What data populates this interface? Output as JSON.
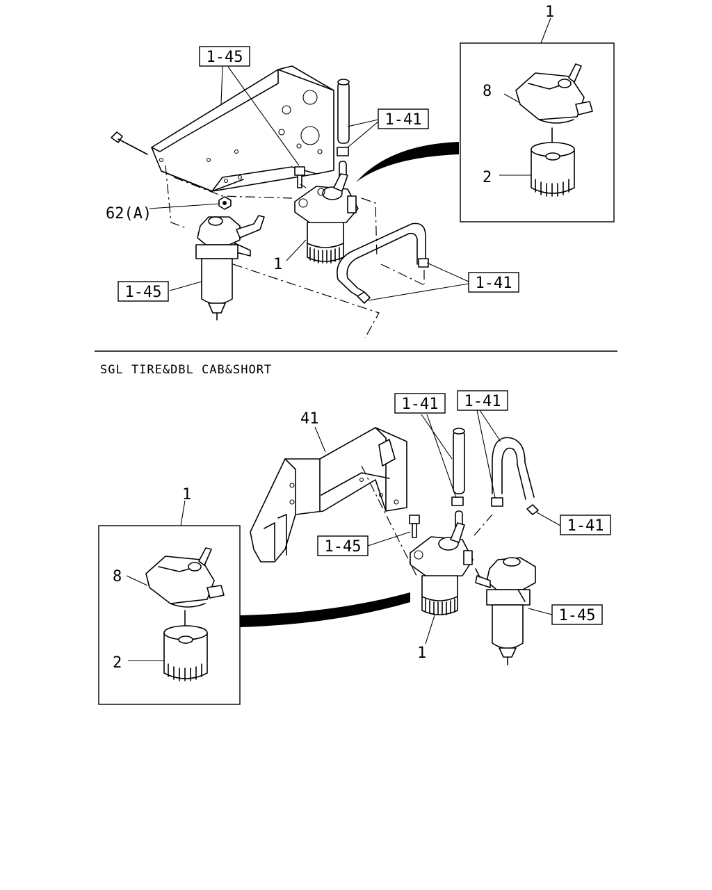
{
  "section_divider_caption": "SGL TIRE&DBL CAB&SHORT",
  "top": {
    "callouts": {
      "ref_1_45_top": "1-45",
      "ref_1_41_upper": "1-41",
      "ref_62a": "62(A)",
      "ref_1_near_filter": "1",
      "ref_1_45_left": "1-45",
      "ref_1_41_lower": "1-41"
    },
    "inset": {
      "title": "1",
      "label_8": "8",
      "label_2": "2"
    }
  },
  "bottom": {
    "callouts": {
      "ref_1_41_a": "1-41",
      "ref_1_41_b": "1-41",
      "ref_41": "41",
      "ref_1_41_right": "1-41",
      "ref_1_45_mid": "1-45",
      "ref_1_45_right": "1-45",
      "ref_1_near_filter": "1"
    },
    "inset": {
      "title": "1",
      "label_8": "8",
      "label_2": "2"
    }
  }
}
